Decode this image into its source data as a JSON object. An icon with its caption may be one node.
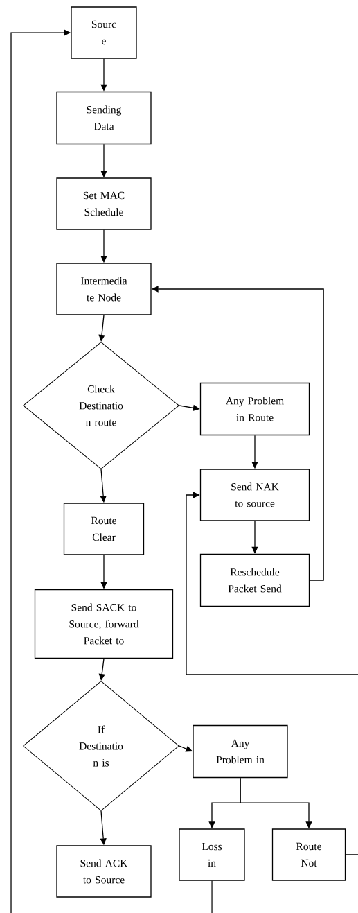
{
  "diagram": {
    "nodes": [
      {
        "text": [
          "Sourc e"
        ]
      },
      {
        "text": [
          "Sending Data"
        ]
      },
      {
        "text": [
          "Set MAC Schedule"
        ]
      },
      {
        "text": [
          "Intermedia te Node"
        ]
      },
      {
        "text": [
          "Check Destinatio n route"
        ]
      },
      {
        "text": [
          "Any Problem in Route"
        ]
      },
      {
        "text": [
          "Send NAK to source"
        ]
      },
      {
        "text": [
          "Route Clear"
        ]
      },
      {
        "text": [
          "Reschedule Packet Send"
        ]
      },
      {
        "text": [
          "Send SACK to Source, forward Packet to"
        ]
      },
      {
        "text": [
          "If Destinatio n is"
        ]
      },
      {
        "text": [
          "Any Problem in"
        ]
      },
      {
        "text": [
          "Loss in"
        ]
      },
      {
        "text": [
          "Route Not"
        ]
      },
      {
        "text": [
          "Send ACK to Source"
        ]
      }
    ],
    "edges": [
      {
        "from": 0,
        "to": 1,
        "arrow": "to"
      },
      {
        "from": 1,
        "to": 2,
        "arrow": "to"
      },
      {
        "from": 2,
        "to": 3,
        "arrow": "to"
      },
      {
        "from": 3,
        "to": 4,
        "arrow": "to"
      },
      {
        "from": 4,
        "to": 5,
        "arrow": "to"
      },
      {
        "from": 4,
        "to": 7,
        "arrow": "to"
      },
      {
        "from": 5,
        "to": 6,
        "arrow": "to"
      },
      {
        "from": 6,
        "to": 8,
        "arrow": "to"
      },
      {
        "from": 8,
        "to": 3,
        "arrow": "to"
      },
      {
        "from": 7,
        "to": 9,
        "arrow": "to"
      },
      {
        "from": 9,
        "to": 10,
        "arrow": "to"
      },
      {
        "from": 10,
        "to": 11,
        "arrow": "to"
      },
      {
        "from": 10,
        "to": 14,
        "arrow": "to"
      },
      {
        "from": 11,
        "to": 12,
        "arrow": "to"
      },
      {
        "from": 11,
        "to": 13,
        "arrow": "to"
      },
      {
        "from": 13,
        "to": null,
        "arrow": "none"
      },
      {
        "from": 12,
        "to": null,
        "arrow": "none"
      },
      {
        "from": null,
        "to": 6,
        "arrow": "to"
      },
      {
        "from": null,
        "to": 0,
        "arrow": "to"
      }
    ]
  }
}
